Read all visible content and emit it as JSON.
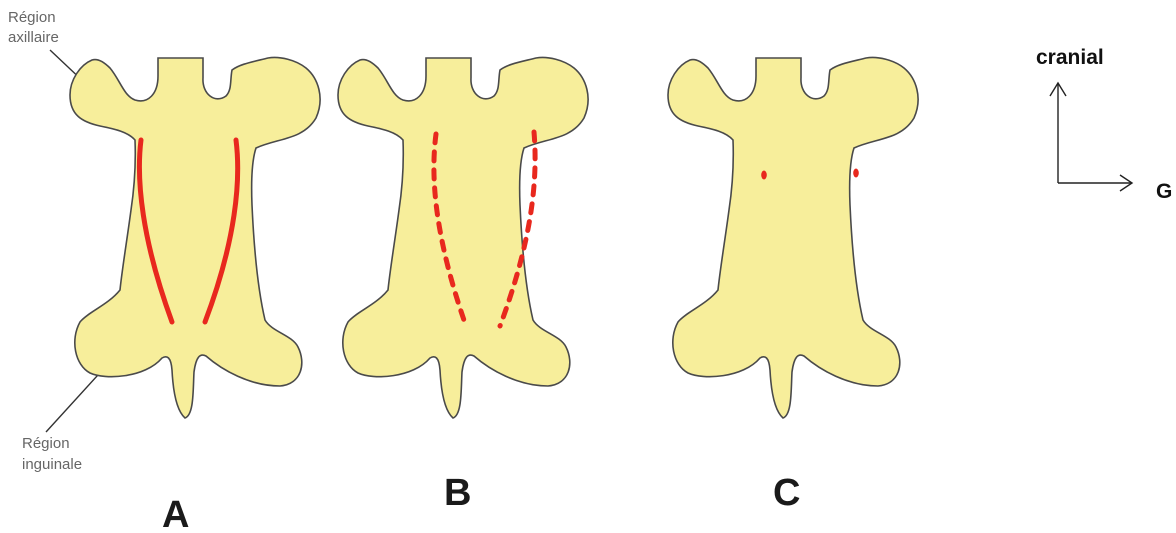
{
  "figure": {
    "colors": {
      "body_fill": "#f7ee9b",
      "outline": "#4a4a4a",
      "mammary_line": "#e8281e",
      "callout_arrow": "#333333"
    },
    "callouts": [
      {
        "id": "axillary",
        "lines": [
          "Région",
          "axillaire"
        ]
      },
      {
        "id": "inguinal",
        "lines": [
          "Région",
          "inguinale"
        ]
      }
    ],
    "panels": [
      {
        "letter": "A",
        "line_style": "solid"
      },
      {
        "letter": "B",
        "line_style": "dashed"
      },
      {
        "letter": "C",
        "line_style": "dots"
      }
    ],
    "orientation": {
      "up_label": "cranial",
      "right_label": "G"
    }
  }
}
